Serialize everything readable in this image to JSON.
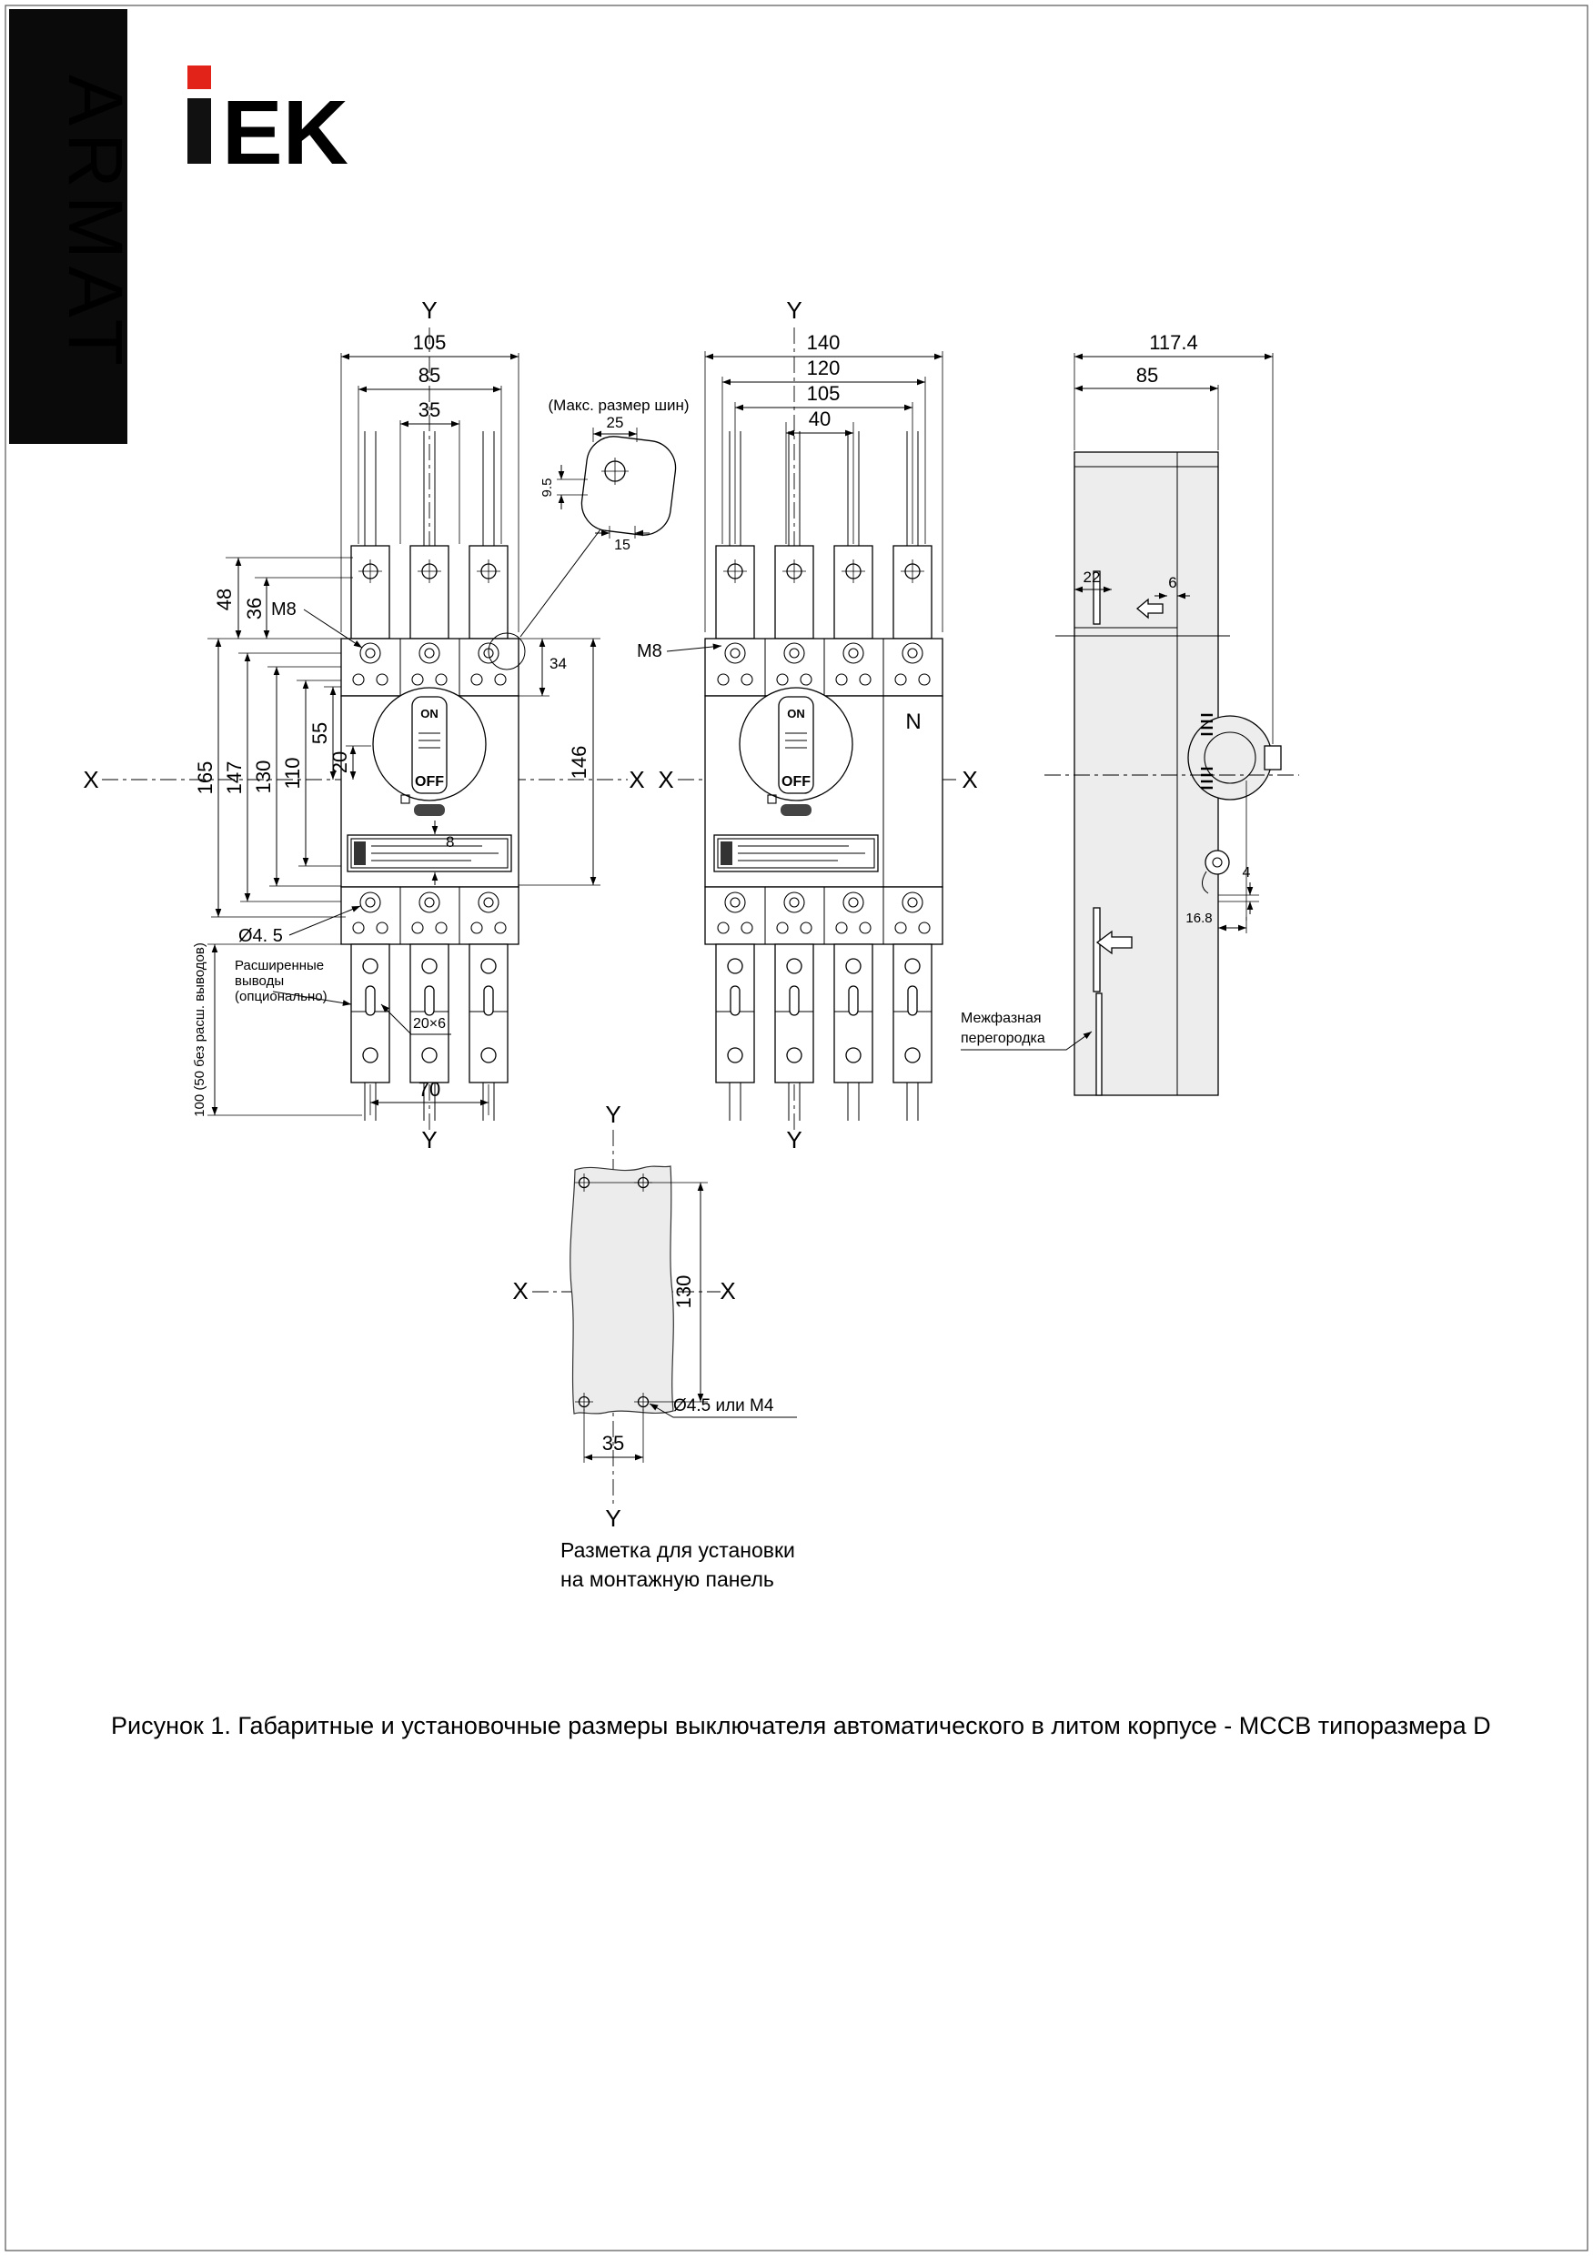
{
  "brand": {
    "armat": "ARMAT",
    "iek_ek": "EK"
  },
  "axes": {
    "x": "X",
    "y": "Y"
  },
  "breaker": {
    "on": "ON",
    "off": "OFF",
    "m8": "M8"
  },
  "view1": {
    "d105": "105",
    "d85": "85",
    "d35": "35",
    "d48": "48",
    "d36": "36",
    "d165": "165",
    "d147": "147",
    "d130": "130",
    "d110": "110",
    "d55": "55",
    "d20": "20",
    "d8": "8",
    "d34": "34",
    "d146": "146",
    "d70": "70",
    "d20x6": "20×6",
    "dia": "Ø4. 5",
    "ext1": "Расширенные",
    "ext2": "выводы",
    "ext3": "(опционально)",
    "d100": "100 (50 без расш. выводов)"
  },
  "bus": {
    "title": "(Макс. размер шин)",
    "d25": "25",
    "d15": "15",
    "d95": "9.5"
  },
  "view2": {
    "d140": "140",
    "d120": "120",
    "d105": "105",
    "d40": "40",
    "n": "N"
  },
  "view3": {
    "d1174": "117.4",
    "d85": "85",
    "d22": "22",
    "d6": "6",
    "d4": "4",
    "d168": "16.8",
    "part1": "Межфазная",
    "part2": "перегородка"
  },
  "mount": {
    "d130": "130",
    "d35": "35",
    "hole": "Ø4.5 или M4",
    "note1": "Разметка для установки",
    "note2": "на монтажную панель"
  },
  "caption": "Рисунок 1. Габаритные и установочные размеры выключателя автоматического в литом корпусе - MCCB типоразмера D"
}
